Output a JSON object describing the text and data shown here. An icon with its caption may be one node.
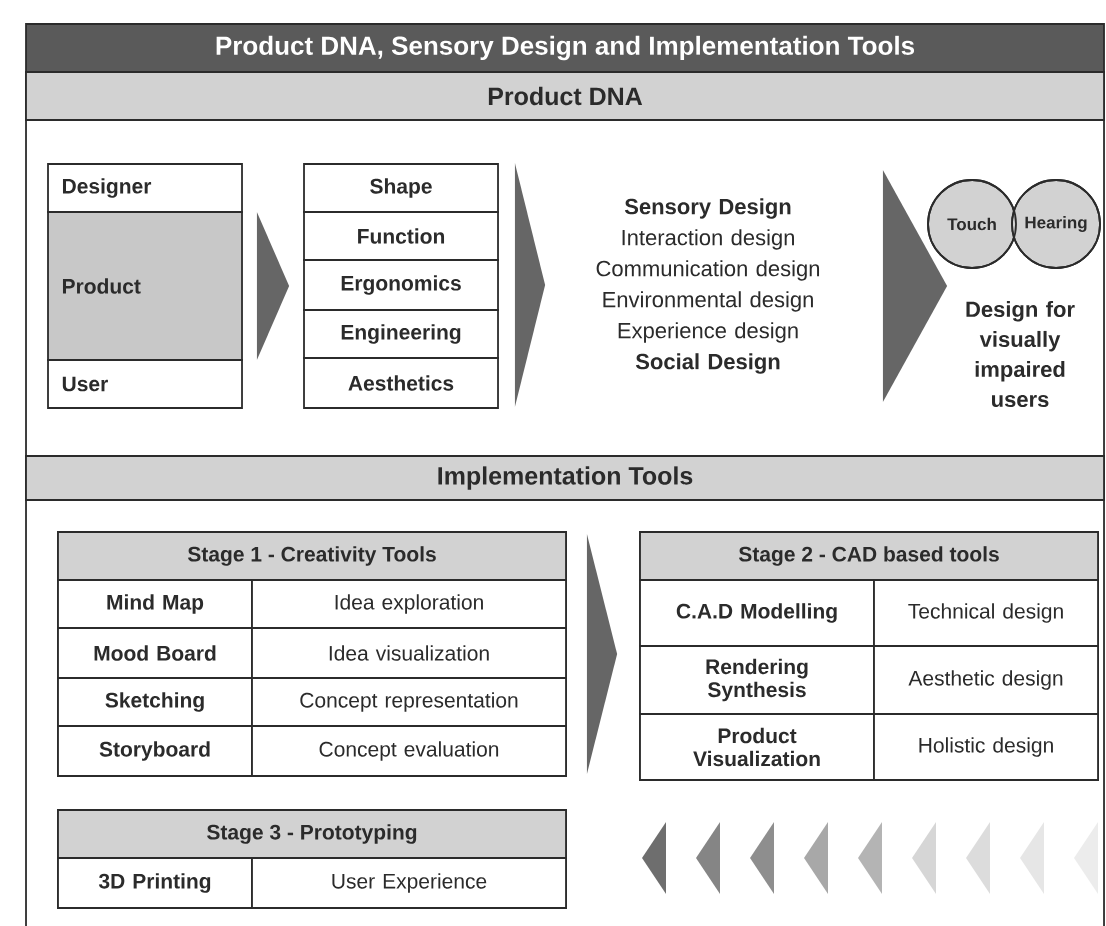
{
  "diagram": {
    "title": "Product DNA, Sensory Design and Implementation Tools",
    "nodes": [
      {
        "text": [
          "Product DNA"
        ]
      },
      {
        "text": [
          "Designer"
        ],
        "in": 0
      },
      {
        "text": [
          "Product"
        ],
        "in": 0
      },
      {
        "text": [
          "User"
        ],
        "in": 0
      },
      {
        "text": [
          "Shape"
        ],
        "in": 0
      },
      {
        "text": [
          "Function"
        ],
        "in": 0
      },
      {
        "text": [
          "Ergonomics"
        ],
        "in": 0
      },
      {
        "text": [
          "Engineering"
        ],
        "in": 0
      },
      {
        "text": [
          "Aesthetics"
        ],
        "in": 0
      },
      {
        "text": [
          "Sensory Design",
          "Interaction design",
          "Communication design",
          "Environmental design",
          "Experience design",
          "Social Design"
        ],
        "in": 0
      },
      {
        "text": [
          "Touch"
        ],
        "in": 0
      },
      {
        "text": [
          "Hearing"
        ],
        "in": 0
      },
      {
        "text": [
          "Design for visually impaired users"
        ],
        "in": 0
      },
      {
        "text": [
          "Implementation Tools"
        ]
      },
      {
        "text": [
          "Stage 1 - Creativity Tools"
        ],
        "in": 13
      },
      {
        "text": [
          "Mind Map"
        ],
        "in": 14
      },
      {
        "text": [
          "Idea exploration"
        ],
        "in": 14
      },
      {
        "text": [
          "Mood Board"
        ],
        "in": 14
      },
      {
        "text": [
          "Idea visualization"
        ],
        "in": 14
      },
      {
        "text": [
          "Sketching"
        ],
        "in": 14
      },
      {
        "text": [
          "Concept representation"
        ],
        "in": 14
      },
      {
        "text": [
          "Storyboard"
        ],
        "in": 14
      },
      {
        "text": [
          "Concept evaluation"
        ],
        "in": 14
      },
      {
        "text": [
          "Stage 2 - CAD based tools"
        ],
        "in": 13
      },
      {
        "text": [
          "C.A.D Modelling"
        ],
        "in": 23
      },
      {
        "text": [
          "Technical design"
        ],
        "in": 23
      },
      {
        "text": [
          "Rendering Synthesis"
        ],
        "in": 23
      },
      {
        "text": [
          "Aesthetic design"
        ],
        "in": 23
      },
      {
        "text": [
          "Product Visualization"
        ],
        "in": 23
      },
      {
        "text": [
          "Holistic design"
        ],
        "in": 23
      },
      {
        "text": [
          "Stage 3 - Prototyping"
        ],
        "in": 13
      },
      {
        "text": [
          "3D Printing"
        ],
        "in": 30
      },
      {
        "text": [
          "User Experience"
        ],
        "in": 30
      }
    ],
    "edges": [
      {
        "from": 2,
        "to": 6,
        "arrow": "to"
      },
      {
        "from": 6,
        "to": 9,
        "arrow": "to"
      },
      {
        "from": 9,
        "to": 12,
        "arrow": "to"
      },
      {
        "from": 14,
        "to": 23,
        "arrow": "to"
      }
    ]
  }
}
